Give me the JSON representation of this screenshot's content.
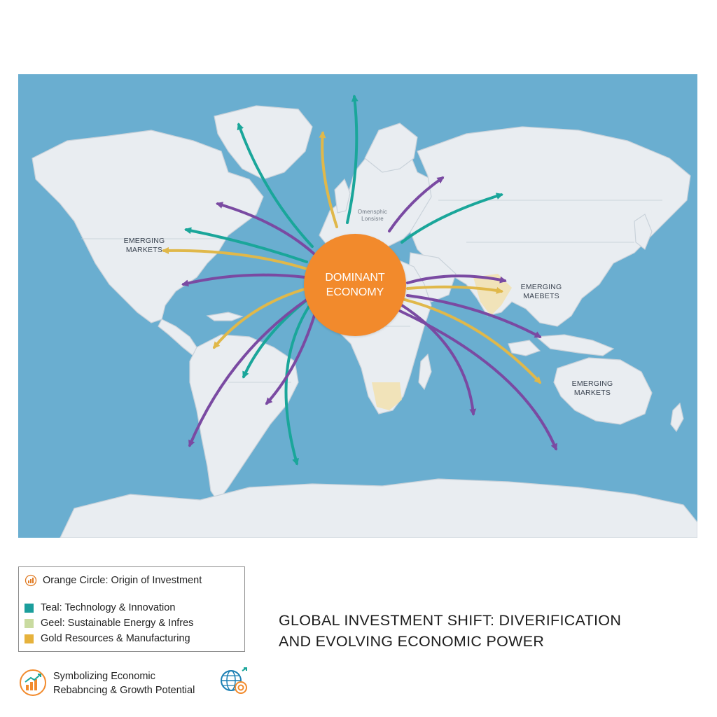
{
  "map": {
    "hub_label": "DOMINANT\nECONOMY",
    "labels": {
      "north_america": "EMERGING\nMARKETS",
      "south_asia": "EMERGING\nMAEBETS",
      "oceania": "EMERGING\nMARKETS",
      "europe_faint": "Omensphic\nLonsisre"
    },
    "flow_colors": {
      "teal": "#1aa69a",
      "purple": "#7a4aa2",
      "gold": "#e0b84a"
    },
    "hub_color": "#f28a2c",
    "ocean_color": "#6aaed0",
    "land_color": "#e9edf1"
  },
  "legend": {
    "origin": {
      "icon": "coin-chart-icon",
      "label": "Orange Circle: Origin of Investment"
    },
    "items": [
      {
        "label": "Teal:  Technology & Innovation",
        "color": "#1b9e9c"
      },
      {
        "label": "Geel: Sustainable Energy & Infres",
        "color": "#c9dba0"
      },
      {
        "label": "Gold Resources & Manufacturing",
        "color": "#e6b23c"
      }
    ]
  },
  "title": {
    "line1": "GLOBAL INVESTMENT SHIFT: DIVERIFICATION",
    "line2": "AND EVOLVING ECONOMIC POWER"
  },
  "footer": {
    "line1": "Symbolizing Economic",
    "line2": "Rebabncing & Growth Potential",
    "growth_icon": "growth-chart-icon",
    "globe_icon": "globe-target-icon"
  }
}
